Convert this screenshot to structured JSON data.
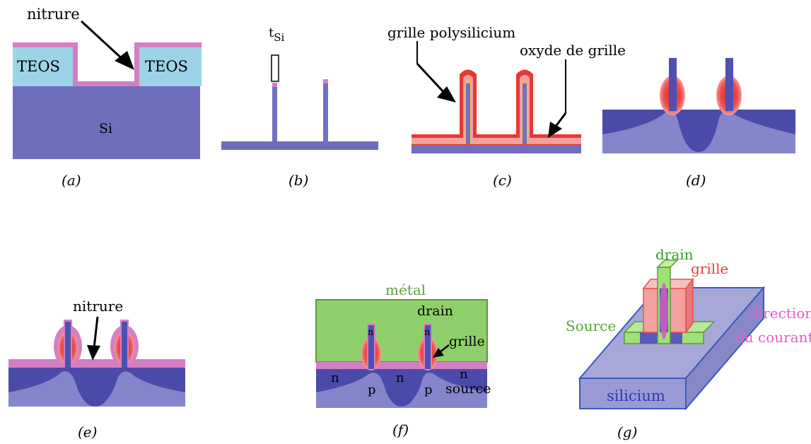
{
  "panel_a": {
    "nitrure": "nitrure",
    "teos_left": "TEOS",
    "teos_right": "TEOS",
    "si": "Si",
    "caption": "(a)"
  },
  "panel_b": {
    "tsi_t": "t",
    "tsi_sub": "Si",
    "caption": "(b)"
  },
  "panel_c": {
    "grille_poly": "grille polysilicium",
    "oxyde": "oxyde de grille",
    "caption": "(c)"
  },
  "panel_d": {
    "caption": "(d)"
  },
  "panel_e": {
    "nitrure": "nitrure",
    "caption": "(e)"
  },
  "panel_f": {
    "metal": "métal",
    "drain": "drain",
    "grille": "grille",
    "source": "source",
    "n1": "n",
    "n2": "n",
    "n3": "n",
    "n_fin1": "n",
    "n_fin2": "n",
    "p1": "p",
    "p2": "p",
    "caption": "(f)"
  },
  "panel_g": {
    "drain": "drain",
    "grille": "grille",
    "source": "Source",
    "direction1": "direction",
    "direction2": "du courant",
    "silicium": "silicium",
    "caption": "(g)"
  },
  "colors": {
    "silicon": "#6b6bbf",
    "silicon_light": "#8e8ed4",
    "teos": "#a3d8e8",
    "nitride": "#d78ac8",
    "poly_red": "#e8504a",
    "poly_pink": "#f0a0a0",
    "metal": "#8fcf6b",
    "green_contact": "#9fe07a"
  }
}
